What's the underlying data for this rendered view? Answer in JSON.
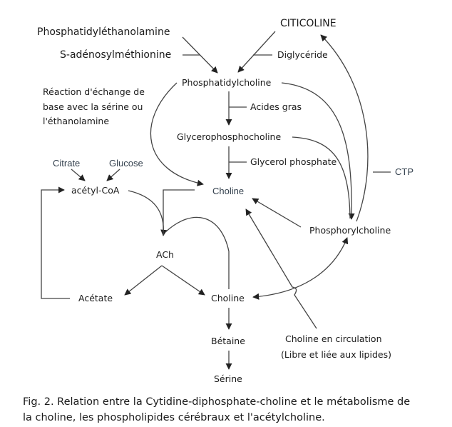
{
  "nodes": {
    "phosphatidylethanolamine": "Phosphatidyléthanolamine",
    "s_adenosyl": "S-adénosylméthionine",
    "citicoline": "CITICOLINE",
    "diglyceride": "Diglycéride",
    "phosphatidylcholine": "Phosphatidylcholine",
    "reaction_line1": "Réaction d'échange de",
    "reaction_line2": "base avec la sérine ou",
    "reaction_line3": "l'éthanolamine",
    "acides_gras": "Acides gras",
    "glycerophosphocholine": "Glycerophosphocholine",
    "glycerol_phosphate": "Glycerol phosphate",
    "ctp": "CTP",
    "citrate": "Citrate",
    "glucose": "Glucose",
    "acetyl_coa": "acétyl-CoA",
    "choline_top": "Choline",
    "phosphorylcholine": "Phosphorylcholine",
    "ach": "ACh",
    "acetate": "Acétate",
    "choline_bottom": "Choline",
    "betaine": "Bétaine",
    "serine": "Sérine",
    "circ_line1": "Choline en circulation",
    "circ_line2": "(Libre et liée aux lipides)"
  },
  "caption": {
    "line1": "Fig. 2. Relation entre la Cytidine-diphosphate-choline et le métabolisme de",
    "line2": "la choline, les phospholipides cérébraux et l'acétylcholine."
  },
  "colors": {
    "text": "#1a1a1a",
    "secondary_text": "#34414e",
    "lines": "#3a3a3a"
  }
}
